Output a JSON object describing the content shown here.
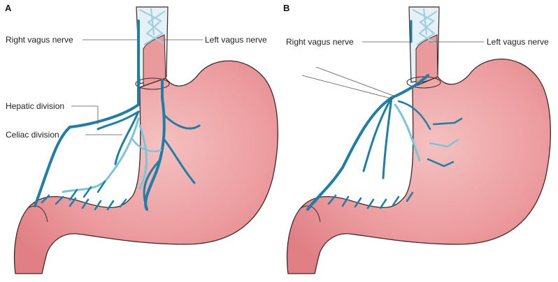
{
  "panels": {
    "a": {
      "letter": "A",
      "labels": {
        "right_vagus": "Right vagus nerve",
        "left_vagus": "Left vagus nerve",
        "hepatic": "Hepatic division",
        "celiac": "Celiac division"
      }
    },
    "b": {
      "letter": "B",
      "labels": {
        "right_vagus": "Right vagus nerve",
        "left_vagus": "Left vagus nerve"
      }
    }
  },
  "colors": {
    "stomach_fill": "#e88e92",
    "stomach_light": "#f3bdbc",
    "outline": "#3a2a2a",
    "nerve": "#1f7ea4",
    "nerve_light": "#7cc4da",
    "esophagus_vessel": "#a9d6e6"
  }
}
